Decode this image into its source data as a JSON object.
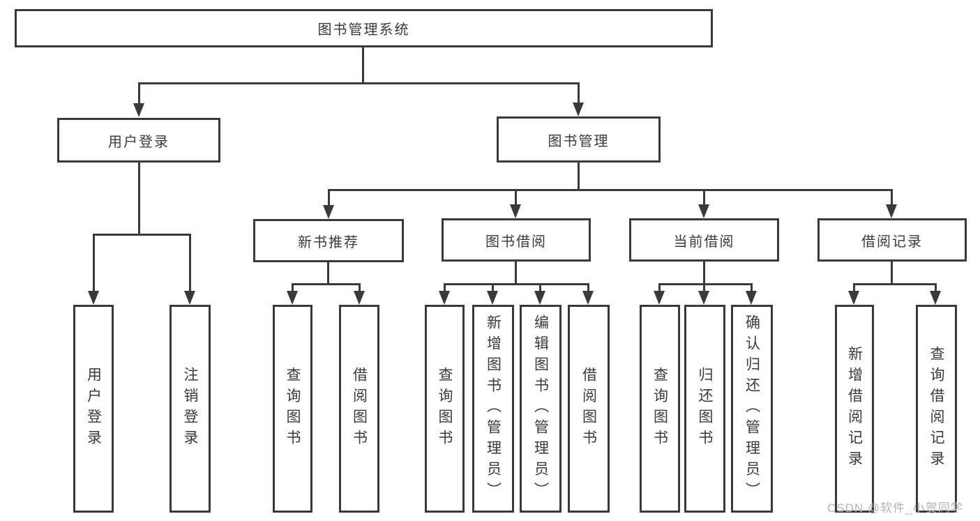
{
  "tree": {
    "root": {
      "label": "图书管理系统"
    },
    "branches": [
      {
        "label": "用户登录",
        "children": [
          {
            "label": "用户登录"
          },
          {
            "label": "注销登录"
          }
        ]
      },
      {
        "label": "图书管理",
        "children": [
          {
            "label": "新书推荐",
            "children": [
              {
                "label": "查询图书"
              },
              {
                "label": "借阅图书"
              }
            ]
          },
          {
            "label": "图书借阅",
            "children": [
              {
                "label": "查询图书"
              },
              {
                "label": "新增图书（管理员）"
              },
              {
                "label": "编辑图书（管理员）"
              },
              {
                "label": "借阅图书"
              }
            ]
          },
          {
            "label": "当前借阅",
            "children": [
              {
                "label": "查询图书"
              },
              {
                "label": "归还图书"
              },
              {
                "label": "确认归还（管理员）"
              }
            ]
          },
          {
            "label": "借阅记录",
            "children": [
              {
                "label": "新增借阅记录"
              },
              {
                "label": "查询借阅记录"
              }
            ]
          }
        ]
      }
    ]
  },
  "watermark": {
    "text": "CSDN @软件_小贺同学"
  },
  "colors": {
    "line": "#3a3a3a",
    "text": "#3a3a3a",
    "watermark": "#b4b4b4",
    "background": "#ffffff"
  }
}
